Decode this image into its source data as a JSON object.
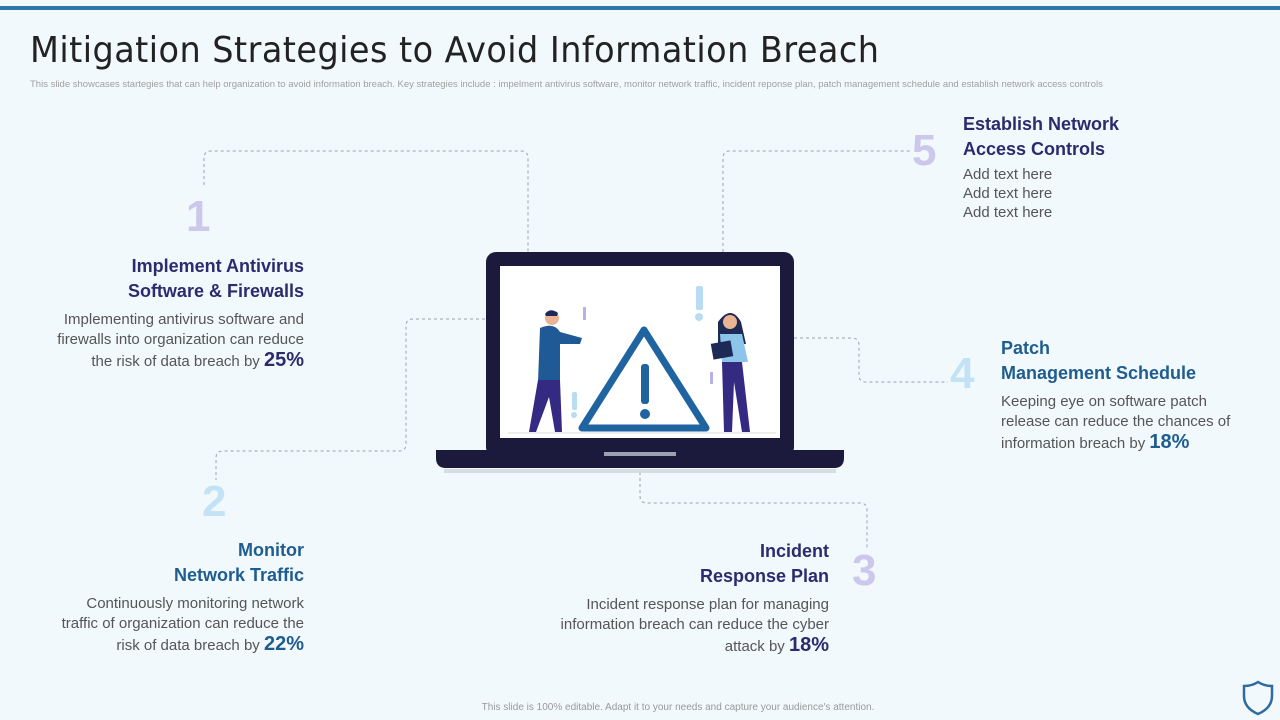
{
  "title": "Mitigation Strategies to Avoid Information Breach",
  "subtitle": "This slide showcases startegies that can help organization to avoid information breach. Key strategies include : impelment  antivirus software, monitor network traffic, incident reponse plan, patch management schedule and establish network access controls",
  "items": [
    {
      "number": "1",
      "heading1": "Implement Antivirus",
      "heading2": "Software & Firewalls",
      "line1": "Implementing antivirus software and",
      "line2": "firewalls into organization can reduce",
      "line3": "the risk of data breach by",
      "percent": "25%"
    },
    {
      "number": "2",
      "heading1": "Monitor",
      "heading2": "Network Traffic",
      "line1": "Continuously monitoring network",
      "line2": "traffic of organization can reduce the",
      "line3": "risk of data breach by",
      "percent": "22%"
    },
    {
      "number": "3",
      "heading1": "Incident",
      "heading2": "Response Plan",
      "line1": "Incident response plan for managing",
      "line2": "information breach can reduce the cyber",
      "line3": "attack by",
      "percent": "18%"
    },
    {
      "number": "4",
      "heading1": "Patch",
      "heading2": "Management Schedule",
      "line1": "Keeping eye on software patch",
      "line2": "release can reduce the chances of",
      "line3": "information breach by",
      "percent": "18%"
    },
    {
      "number": "5",
      "heading1": "Establish Network",
      "heading2": "Access Controls",
      "line1": "Add text here",
      "line2": "Add text here",
      "line3": "Add text here"
    }
  ],
  "footer": "This slide is 100% editable.  Adapt it to your needs and capture your audience's attention.",
  "colors": {
    "navy": "#2d2a6e",
    "blue": "#1f5c8f",
    "accent": "#2f77a8"
  }
}
